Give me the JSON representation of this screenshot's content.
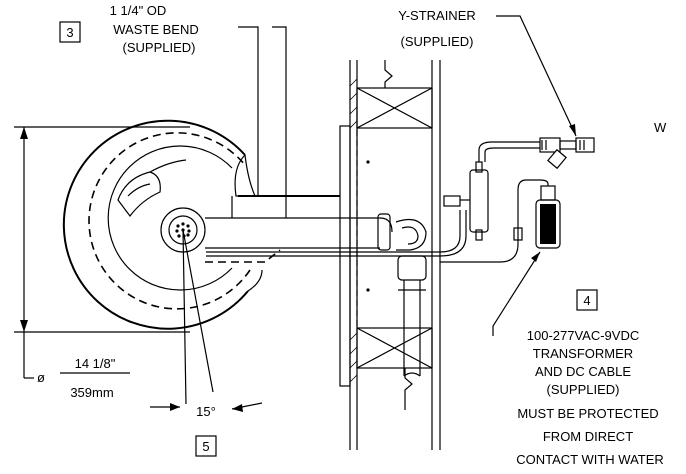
{
  "labels": {
    "waste_bend_l1": "1 1/4\" OD",
    "waste_bend_l2": "WASTE BEND",
    "waste_bend_l3": "(SUPPLIED)",
    "strainer_l1": "Y-STRAINER",
    "strainer_l2": "(SUPPLIED)",
    "trans_l1": "100-277VAC-9VDC",
    "trans_l2": "TRANSFORMER",
    "trans_l3": "AND DC CABLE",
    "trans_l4": "(SUPPLIED)",
    "warn_l1": "MUST BE PROTECTED",
    "warn_l2": "FROM DIRECT",
    "warn_l3": "CONTACT WITH WATER",
    "dim_frac": "14 1/8\"",
    "dim_mm": "359mm",
    "dia_symbol": "ø",
    "angle": "15°",
    "partial_right": "W"
  },
  "callouts": {
    "c3": "3",
    "c4": "4",
    "c5": "5"
  }
}
